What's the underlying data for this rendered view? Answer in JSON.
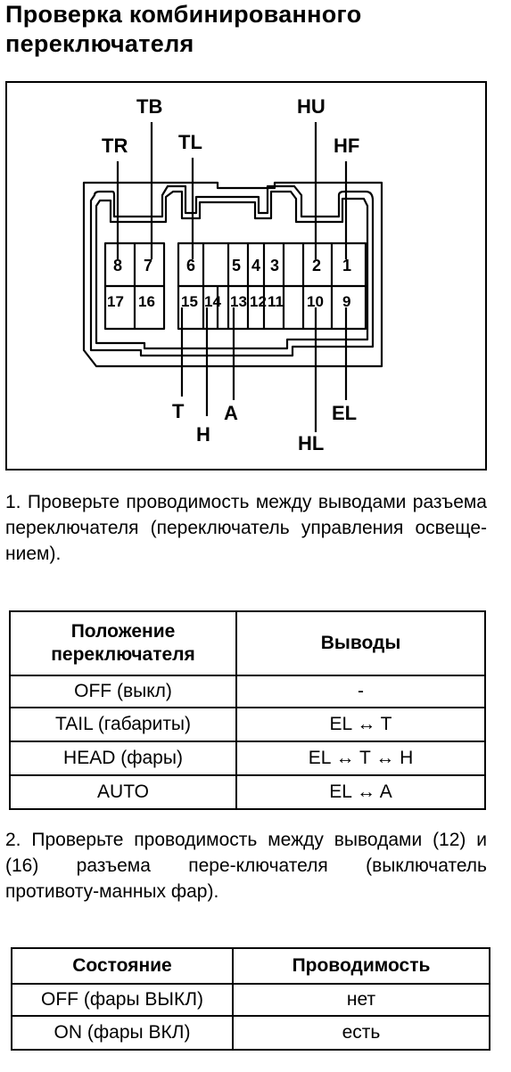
{
  "title_line1": "Проверка комбинированного",
  "title_line2": "переключателя",
  "diagram": {
    "top_labels": [
      "TB",
      "TR",
      "TL",
      "HU",
      "HF"
    ],
    "bottom_labels": [
      "T",
      "H",
      "A",
      "EL",
      "HL"
    ],
    "pins_top": [
      "8",
      "7",
      "6",
      "5",
      "4",
      "3",
      "2",
      "1"
    ],
    "pins_bottom": [
      "17",
      "16",
      "15",
      "14",
      "13",
      "12",
      "11",
      "10",
      "9"
    ]
  },
  "step1": "1. Проверьте проводимость между выводами разъема переключателя (переключатель управления освеще-нием).",
  "table1": {
    "header_col1": "Положение переключателя",
    "header_col2": "Выводы",
    "rows": [
      {
        "position": "OFF (выкл)",
        "pins": "-"
      },
      {
        "position": "TAIL (габариты)",
        "pins": "EL ↔ T"
      },
      {
        "position": "HEAD (фары)",
        "pins": "EL ↔ T ↔ H"
      },
      {
        "position": "AUTO",
        "pins": "EL ↔ A"
      }
    ]
  },
  "step2": "2. Проверьте проводимость между выводами (12) и (16) разъема пере-ключателя (выключатель противоту-манных фар).",
  "table2": {
    "header_col1": "Состояние",
    "header_col2": "Проводимость",
    "rows": [
      {
        "state": "OFF (фары ВЫКЛ)",
        "value": "нет"
      },
      {
        "state": "ON (фары ВКЛ)",
        "value": "есть"
      }
    ]
  }
}
